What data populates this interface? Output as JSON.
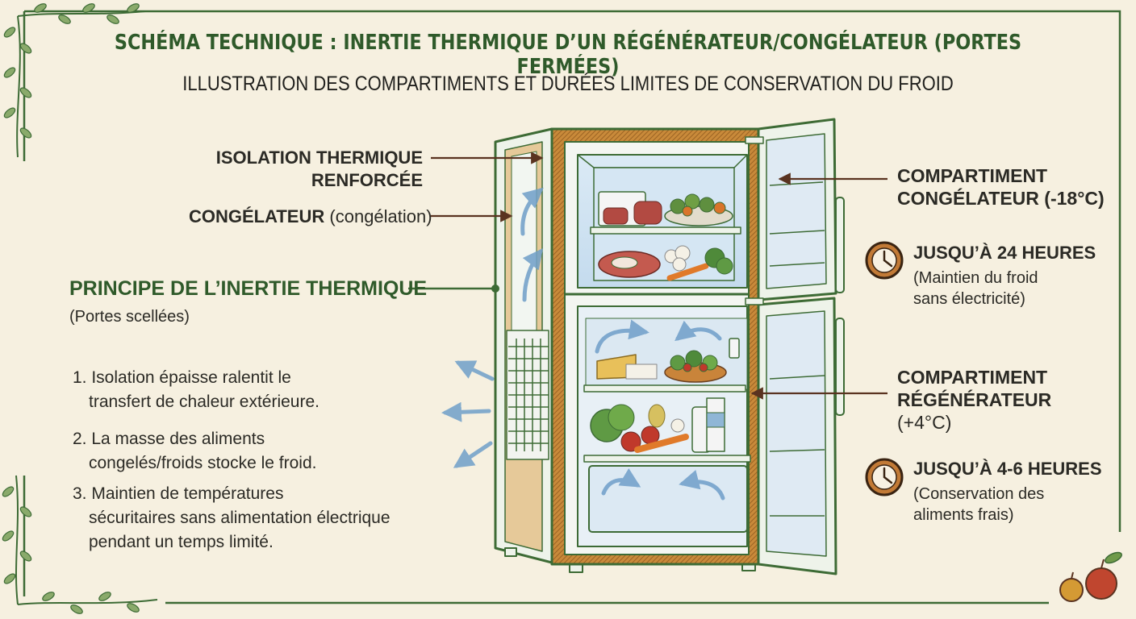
{
  "header": {
    "title": "SCHÉMA TECHNIQUE : INERTIE THERMIQUE D’UN RÉGÉNÉRATEUR/CONGÉLATEUR (PORTES FERMÉES)",
    "subtitle": "ILLUSTRATION DES COMPARTIMENTS ET DURÉES LIMITES DE CONSERVATION DU FROID"
  },
  "left_labels": {
    "insulation_line1": "ISOLATION THERMIQUE",
    "insulation_line2": "RENFORCÉE",
    "freezer_main": "CONGÉLATEUR",
    "freezer_paren": "(congélation)"
  },
  "principle": {
    "title": "PRINCIPE DE L’INERTIE THERMIQUE",
    "subtitle": "(Portes scellées)",
    "steps": [
      {
        "line1": "1. Isolation épaisse ralentit le",
        "line2": "transfert de chaleur extérieure.",
        "line3": ""
      },
      {
        "line1": "2. La masse des aliments",
        "line2": "congelés/froids stocke le froid.",
        "line3": ""
      },
      {
        "line1": "3. Maintien de températures",
        "line2": "sécuritaires sans alimentation électrique",
        "line3": "pendant un temps limité."
      }
    ]
  },
  "right_labels": {
    "freezer_comp_line1": "COMPARTIMENT",
    "freezer_comp_line2": "CONGÉLATEUR (-18°C)",
    "freezer_duration": "JUSQU’À 24 HEURES",
    "freezer_note_line1": "(Maintien du froid",
    "freezer_note_line2": "sans électricité)",
    "fridge_comp_line1": "COMPARTIMENT",
    "fridge_comp_line2": "RÉGÉNÉRATEUR",
    "fridge_comp_line3": "(+4°C)",
    "fridge_duration": "JUSQU’À 4-6 HEURES",
    "fridge_note_line1": "(Conservation des",
    "fridge_note_line2": "aliments frais)"
  },
  "icons": {
    "clock": "clock-icon",
    "leaf": "leaf-vine-icon",
    "apple": "apple-icon"
  },
  "colors": {
    "background": "#f6f0e0",
    "title_green": "#2f5a2a",
    "frame_green": "#3d6b35",
    "arrow_brown": "#5a3320",
    "insulation_orange": "#c98a3a",
    "cold_blue": "#6f9fc9"
  }
}
